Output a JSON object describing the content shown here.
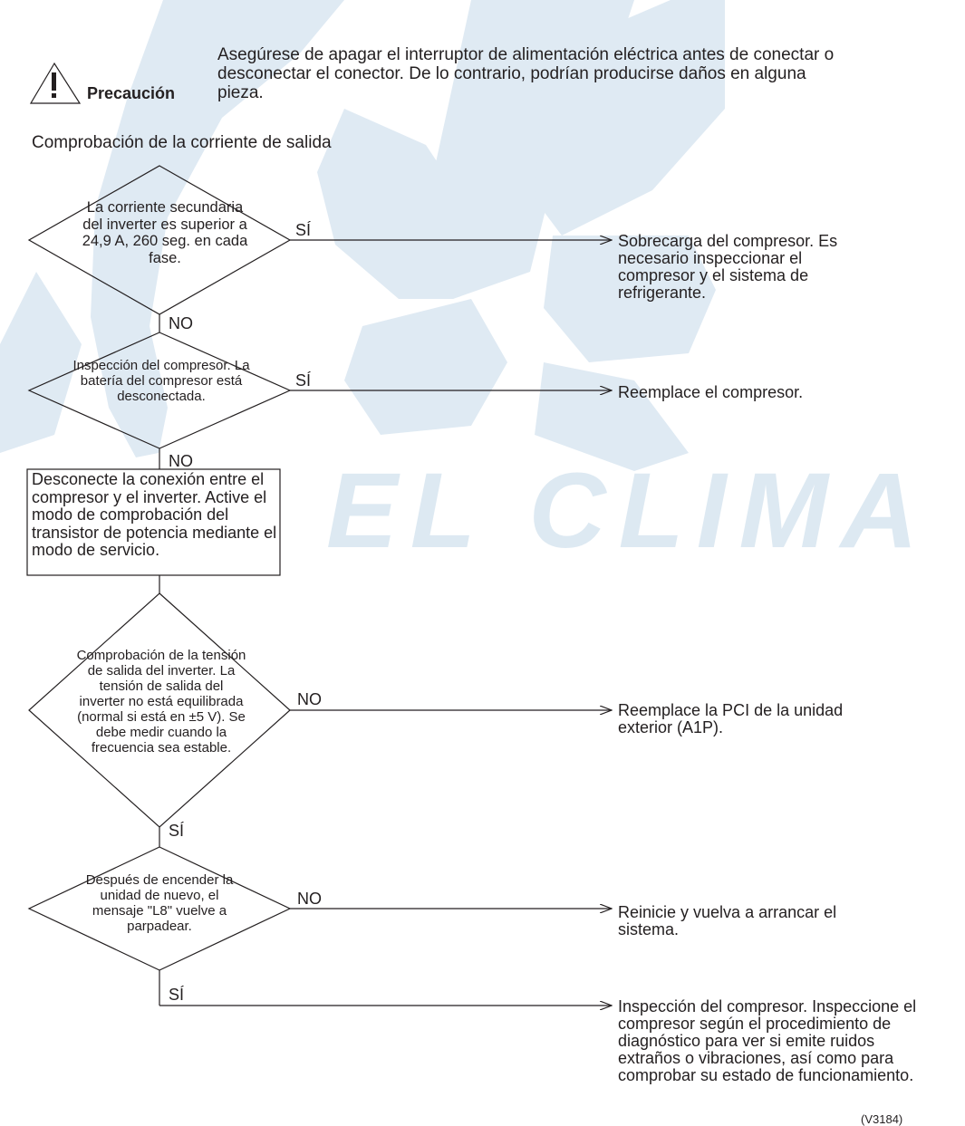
{
  "caution": {
    "label": "Precaución",
    "text": "Asegúrese de apagar el interruptor de alimentación eléctrica antes de conectar o desconectar el conector. De lo contrario, podrían producirse daños en alguna pieza."
  },
  "section_title": "Comprobación de la corriente de salida",
  "watermark": {
    "text": "EL CLIMA",
    "color": "#dde9f2"
  },
  "colors": {
    "line": "#231f20",
    "background": "#ffffff"
  },
  "flowchart": {
    "decisions": [
      {
        "text": "La corriente secundaria del inverter es superior a 24,9 A, 260 seg. en cada fase.",
        "side_label": "SÍ",
        "down_label": "NO"
      },
      {
        "text": "Inspección del compresor. La batería del compresor está desconectada.",
        "side_label": "SÍ",
        "down_label": "NO"
      },
      {
        "text": "Comprobación de la tensión de salida del inverter. La tensión de salida del inverter no está equilibrada (normal si está en ±5 V). Se debe medir cuando la frecuencia sea estable.",
        "side_label": "NO",
        "down_label": "SÍ"
      },
      {
        "text": "Después de encender la unidad de nuevo, el mensaje \"L8\" vuelve a parpadear.",
        "side_label": "NO",
        "down_label": "SÍ"
      }
    ],
    "process_box": "Desconecte la conexión entre el compresor y el inverter. Active el modo de comprobación del transistor de potencia mediante el modo de servicio.",
    "results": [
      "Sobrecarga del compresor. Es necesario inspeccionar el compresor y el sistema de refrigerante.",
      "Reemplace el compresor.",
      "Reemplace la PCI de la unidad exterior (A1P).",
      "Reinicie y vuelva a arrancar el sistema.",
      "Inspección del compresor. Inspeccione el compresor según el procedimiento de diagnóstico para ver si emite ruidos extraños o vibraciones, así como para comprobar su estado de funcionamiento."
    ]
  },
  "figure_code": "(V3184)"
}
